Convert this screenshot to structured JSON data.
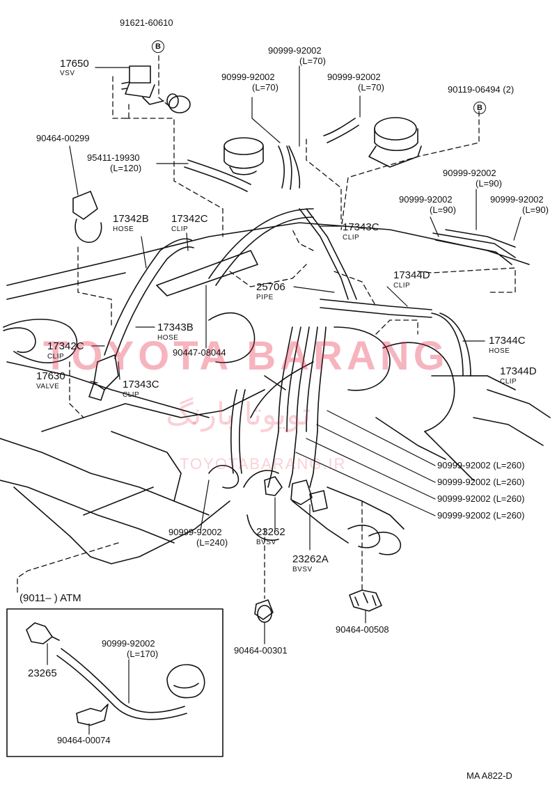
{
  "labels": {
    "p91621": "91621-60610",
    "p17650": "17650",
    "vsv": "VSV",
    "p90999_a": "90999-92002",
    "p90999_a_len": "(L=70)",
    "p90999_b": "90999-92002",
    "p90999_b_len": "(L=70)",
    "p90999_c": "90999-92002",
    "p90999_c_len": "(L=70)",
    "p90119": "90119-06494 (2)",
    "p90464_299": "90464-00299",
    "p95411": "95411-19930",
    "p95411_len": "(L=120)",
    "p90999_d": "90999-92002",
    "p90999_d_len": "(L=90)",
    "p90999_e": "90999-92002",
    "p90999_e_len": "(L=90)",
    "p90999_f": "90999-92002",
    "p90999_f_len": "(L=90)",
    "p17342B": "17342B",
    "hose1": "HOSE",
    "p17342C_top": "17342C",
    "clip1": "CLIP",
    "p17343C_top": "17343C",
    "clip2": "CLIP",
    "p25706": "25706",
    "pipe": "PIPE",
    "p17344D_top": "17344D",
    "clip3": "CLIP",
    "p17343B": "17343B",
    "hose2": "HOSE",
    "p17342C_bot": "17342C",
    "clip4": "CLIP",
    "p90447": "90447-08044",
    "p17344C": "17344C",
    "hose3": "HOSE",
    "p17630": "17630",
    "valve": "VALVE",
    "p17343C_bot": "17343C",
    "clip5": "CLIP",
    "p17344D_bot": "17344D",
    "clip6": "CLIP",
    "p260_1": "90999-92002 (L=260)",
    "p260_2": "90999-92002 (L=260)",
    "p260_3": "90999-92002 (L=260)",
    "p260_4": "90999-92002 (L=260)",
    "p90999_240": "90999-92002",
    "p90999_240_len": "(L=240)",
    "p23262": "23262",
    "bvsv1": "BVSV",
    "p23262A": "23262A",
    "bvsv2": "BVSV",
    "atm": "(9011–        ) ATM",
    "p90999_170": "90999-92002",
    "p90999_170_len": "(L=170)",
    "p23265": "23265",
    "p90464_074": "90464-00074",
    "p90464_301": "90464-00301",
    "p90464_508": "90464-00508",
    "code": "MA  A822-D",
    "b1": "B",
    "b2": "B"
  },
  "watermark": {
    "main": "TOYOTA BARANG",
    "fa": "تویوتا بارنگ",
    "url": "TOYOTABARANG.IR"
  }
}
